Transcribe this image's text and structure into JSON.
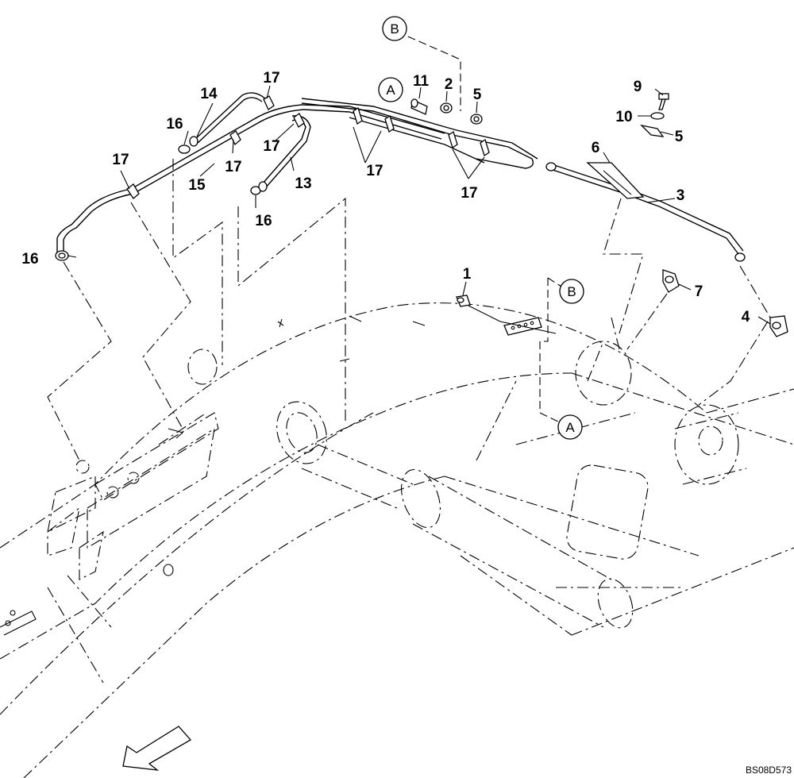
{
  "drawing_code": "BS08D573",
  "callouts": {
    "c1": "1",
    "c2": "2",
    "c3": "3",
    "c4": "4",
    "c5a": "5",
    "c5b": "5",
    "c6": "6",
    "c7": "7",
    "c9": "9",
    "c10": "10",
    "c11": "11",
    "c13": "13",
    "c14": "14",
    "c15": "15",
    "c16a": "16",
    "c16b": "16",
    "c16c": "16",
    "c17a": "17",
    "c17b": "17",
    "c17c": "17",
    "c17d": "17",
    "c17e": "17",
    "c17f": "17"
  },
  "references": {
    "a_top": "A",
    "b_top": "B",
    "a_bottom": "A",
    "b_mid": "B"
  }
}
